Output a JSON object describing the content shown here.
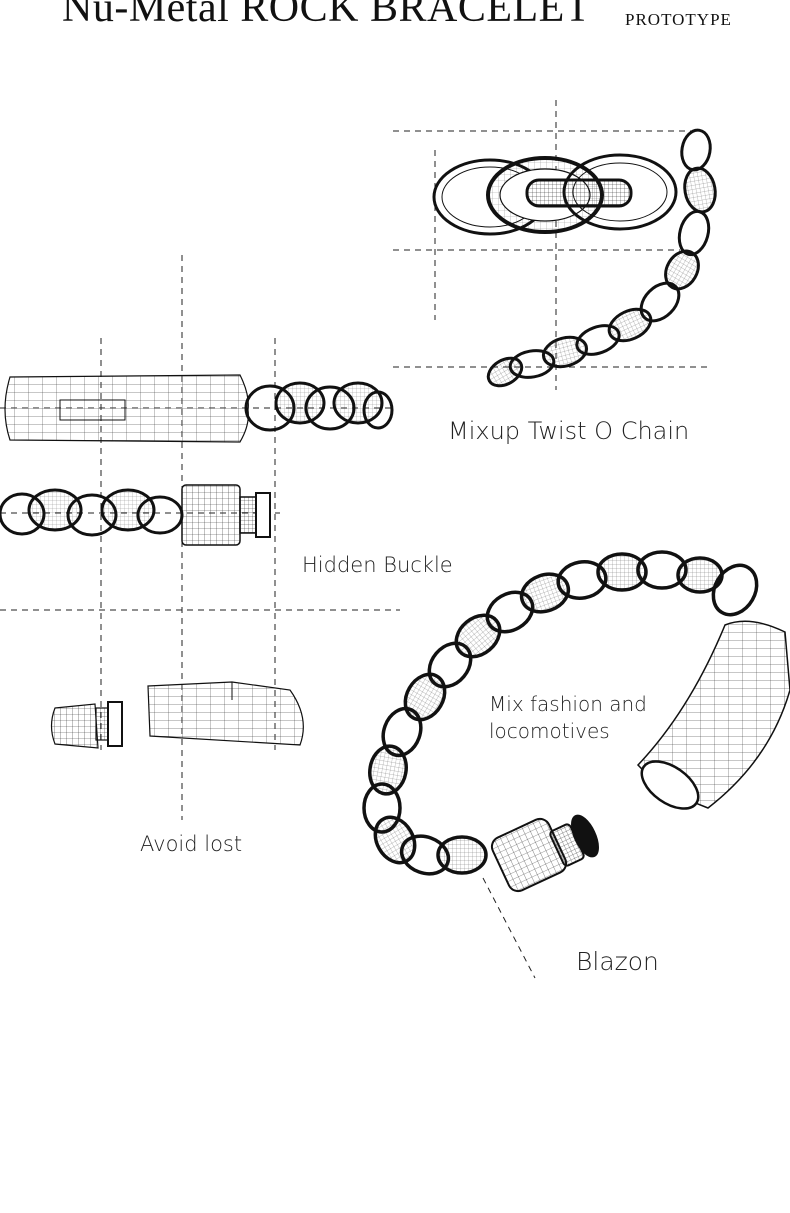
{
  "header": {
    "title": "Nu-Metal ROCK BRACELET",
    "subtitle": "PROTOTYPE"
  },
  "callouts": {
    "chain": "Mixup Twist O Chain",
    "buckle": "Hidden Buckle",
    "avoid": "Avoid lost",
    "fashion_line1": "Mix fashion and",
    "fashion_line2": "locomotives",
    "blazon": "Blazon"
  }
}
